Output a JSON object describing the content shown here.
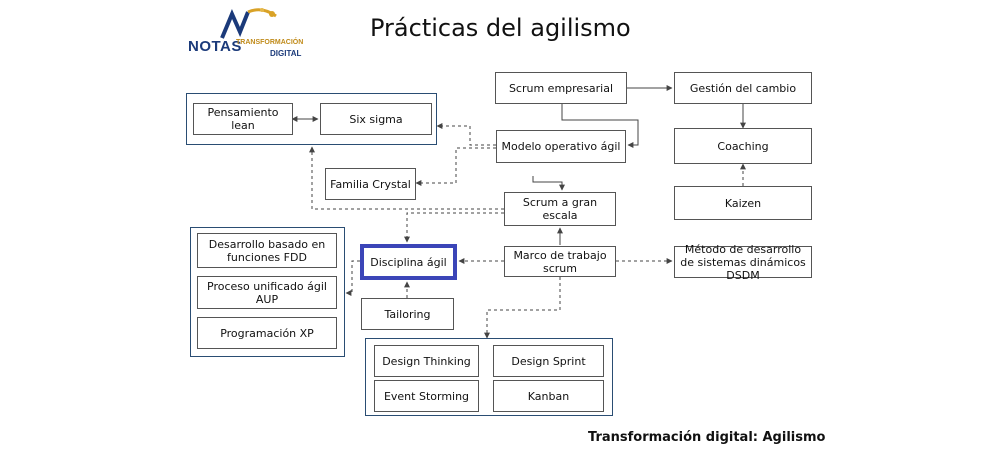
{
  "title": "Prácticas del agilismo",
  "footer": "Transformación digital: Agilismo",
  "logo": {
    "line1": "NOTAS",
    "line2": "TRANSFORMACIÓN",
    "line3": "DIGITAL"
  },
  "nodes": {
    "scrum_empresarial": "Scrum empresarial",
    "gestion_cambio": "Gestión del cambio",
    "coaching": "Coaching",
    "kaizen": "Kaizen",
    "pensamiento_lean": "Pensamiento lean",
    "six_sigma": "Six sigma",
    "modelo_operativo": "Modelo operativo ágil",
    "familia_crystal": "Familia Crystal",
    "scrum_gran_escala": "Scrum a gran escala",
    "fdd": "Desarrollo basado en funciones FDD",
    "aup": "Proceso unificado ágil AUP",
    "xp": "Programación XP",
    "disciplina_agil": "Disciplina ágil",
    "marco_scrum": "Marco de trabajo scrum",
    "dsdm": "Método de desarrollo de sistemas dinámicos DSDM",
    "tailoring": "Tailoring",
    "design_thinking": "Design Thinking",
    "design_sprint": "Design Sprint",
    "event_storming": "Event Storming",
    "kanban": "Kanban"
  },
  "colors": {
    "group_border": "#2a4d73",
    "highlight_border": "#3b45b8",
    "node_border": "#555555",
    "connector": "#444444"
  }
}
